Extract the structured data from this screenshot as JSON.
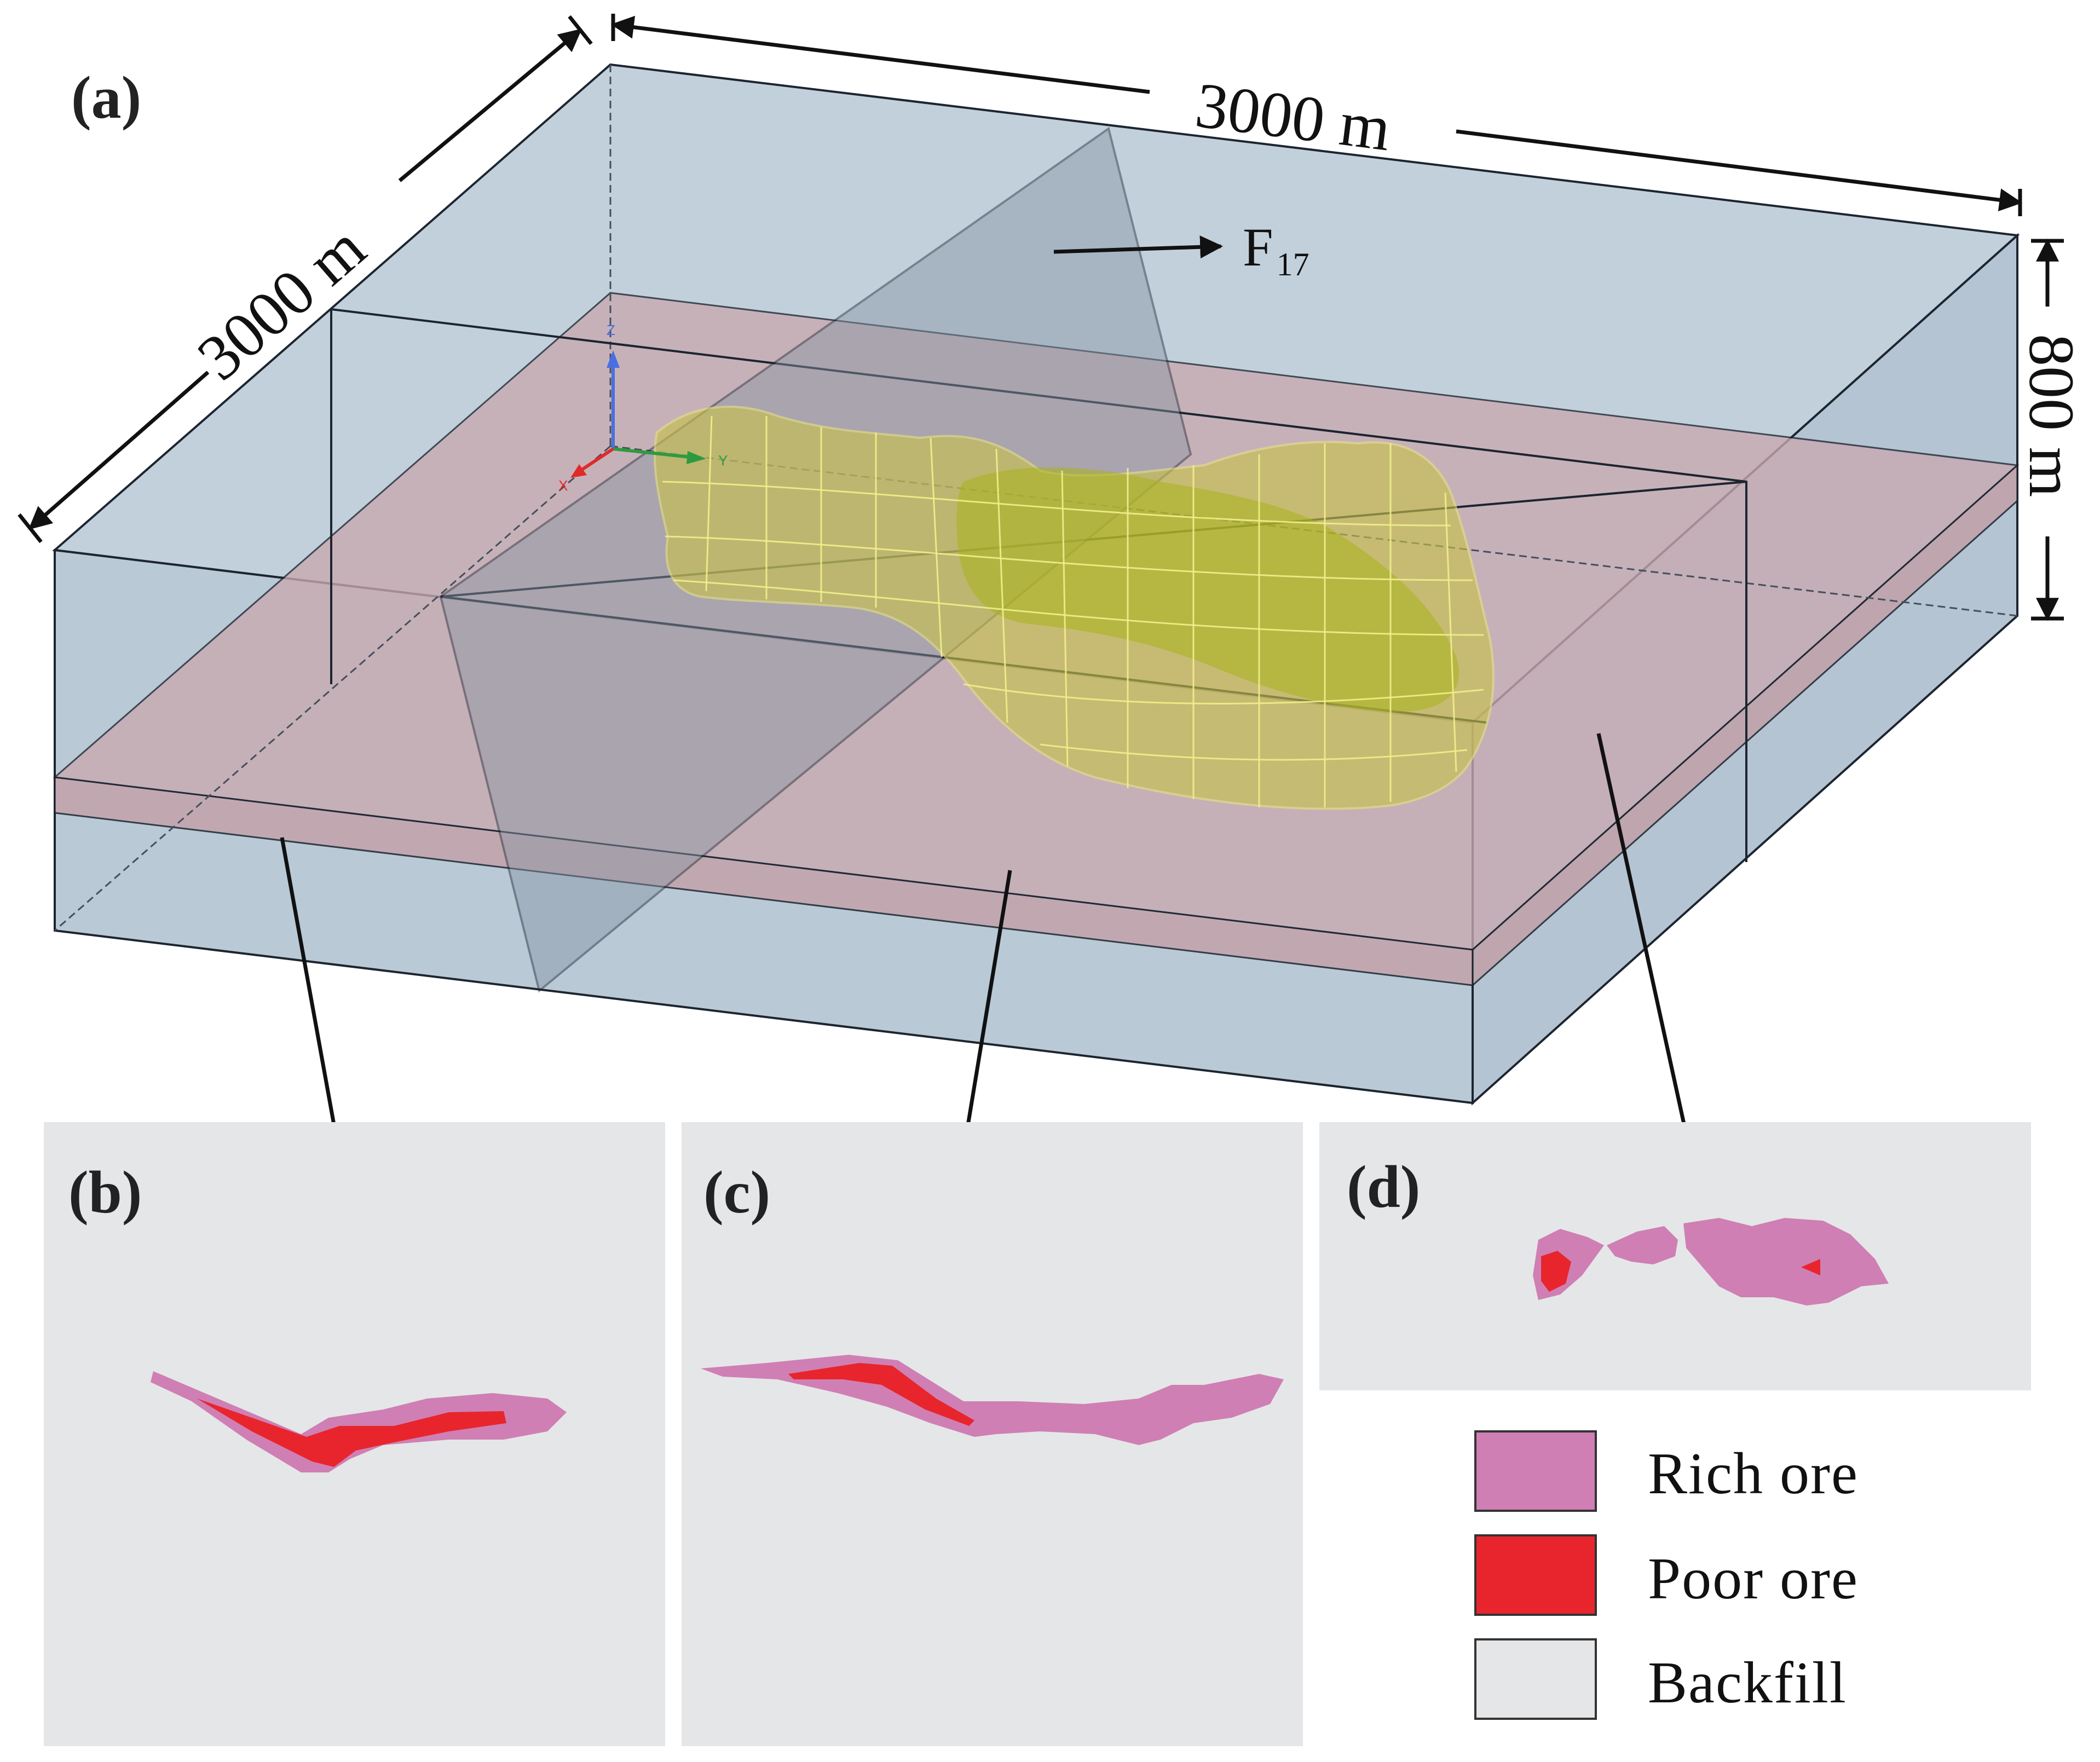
{
  "panels": {
    "a": "(a)",
    "b": "(b)",
    "c": "(c)",
    "d": "(d)"
  },
  "dimensions": {
    "length": "3000 m",
    "width": "3000 m",
    "depth": "800 m"
  },
  "fault": {
    "name": "F",
    "subscript": "17"
  },
  "axes": {
    "x": "X",
    "y": "Y",
    "z": "Z"
  },
  "legend": [
    {
      "label": "Rich ore",
      "color": "#cf7fb4"
    },
    {
      "label": "Poor ore",
      "color": "#e8252d"
    },
    {
      "label": "Backfill",
      "color": "#e5e6e8"
    }
  ],
  "colors": {
    "block_blue": "#b9c9d6",
    "ore_layer": "#c7a3ab",
    "ore_body": "#b8b53a",
    "section_bg": "#e5e6e8"
  }
}
